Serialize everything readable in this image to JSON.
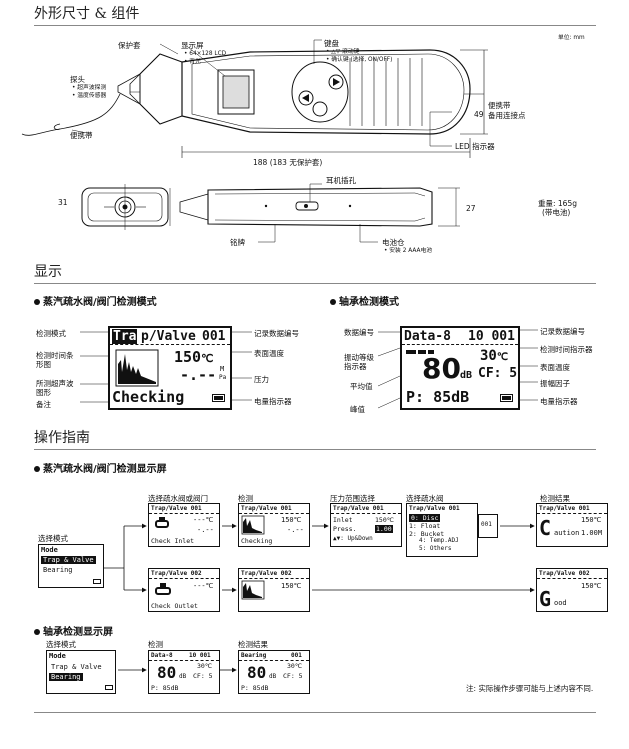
{
  "sections": {
    "dimensions": "外形尺寸 & 组件",
    "display": "显示",
    "operation": "操作指南"
  },
  "dim": {
    "unit": "单位: mm",
    "protective_cover": "保护套",
    "probe": "探头",
    "probe_items": [
      "• 超声波探测",
      "• 温度传感器"
    ],
    "strap": "便携带",
    "screen": "显示屏",
    "screen_items": [
      "• 64×128 LCD",
      "• 背光"
    ],
    "keypad": "键盘",
    "keypad_items": [
      "• △▽ 滚动键",
      "• 确认键 (选择, ON/OFF)"
    ],
    "strap_point": [
      "便携带",
      "备用连接点"
    ],
    "led": "LED 指示器",
    "length": "188 (183 无保护套)",
    "height": "49",
    "side_31": "31",
    "side_27": "27",
    "earphone": "耳机插孔",
    "nameplate": "铭牌",
    "battery": "电池仓",
    "battery_item": "• 安装 2 AAA电池",
    "weight": [
      "重量: 165g",
      "(带电池)"
    ]
  },
  "display": {
    "steam_title": "蒸汽疏水阀/阀门检测模式",
    "bearing_title": "轴承检测模式",
    "steam_labels_left": [
      "检测模式",
      "检测时间条",
      "形图",
      "所测超声波",
      "图形",
      "备注"
    ],
    "steam_labels_right": [
      "记录数据编号",
      "表面温度",
      "压力",
      "电量指示器"
    ],
    "steam_lcd": {
      "mode": "Trap/Valve",
      "num": "001",
      "temp": "150",
      "temp_unit": "℃",
      "press": "-.--",
      "press_unit_top": "M",
      "press_unit_bot": "Pa",
      "remark": "Checking"
    },
    "bearing_labels_left": [
      "数据编号",
      "振动等级",
      "指示器",
      "平均值",
      "峰值"
    ],
    "bearing_labels_right": [
      "记录数据编号",
      "检测时间指示器",
      "表面温度",
      "振幅因子",
      "电量指示器"
    ],
    "bearing_lcd": {
      "data": "Data-8",
      "num": "10 001",
      "temp": "30",
      "temp_unit": "℃",
      "avg": "80",
      "avg_unit": "dB",
      "cf": "CF: 5",
      "peak": "P: 85dB"
    }
  },
  "operation": {
    "steam_title": "蒸汽疏水阀/阀门检测显示屏",
    "bearing_title": "轴承检测显示屏",
    "step_select_valve": "选择疏水阀或阀门",
    "step_detect": "检测",
    "step_pressure": "压力范围选择",
    "step_select_trap": "选择疏水阀",
    "step_result": "检测结果",
    "step_select_mode": "选择模式",
    "mode_lcd": {
      "title": "Mode",
      "item1": "Trap & Valve",
      "item2": "Bearing"
    },
    "inlet_lcd": {
      "title": "Trap/Valve 001",
      "temp": "---℃",
      "press": "-.--",
      "foot": "Check Inlet"
    },
    "detect_lcd": {
      "title": "Trap/Valve 001",
      "temp": "150℃",
      "press": "-.--",
      "foot": "Checking"
    },
    "pressure_lcd": {
      "title": "Trap/Valve 001",
      "l1": "Inlet",
      "l1v": "150℃",
      "l2": "Press.",
      "l2v": "1.00",
      "l3": "▲▼: Up&Down"
    },
    "trap_lcd": {
      "title": "Trap/Valve 001",
      "items": [
        "0: Disc",
        "1: Float",
        "2: Bucket",
        "4: Temp.ADJ",
        "5: Others"
      ],
      "side": "001"
    },
    "result1_lcd": {
      "title": "Trap/Valve 001",
      "big": "C",
      "word": "aution",
      "temp": "150℃",
      "val": "1.00M"
    },
    "outlet_lcd": {
      "title": "Trap/Valve 002",
      "temp": "---℃",
      "foot": "Check Outlet"
    },
    "detect2_lcd": {
      "title": "Trap/Valve 002",
      "temp": "150℃"
    },
    "result2_lcd": {
      "title": "Trap/Valve 002",
      "big": "G",
      "word": "ood",
      "temp": "150℃"
    },
    "bearing_mode_lcd": {
      "title": "Mode",
      "item1": "Trap & Valve",
      "item2": "Bearing"
    },
    "bearing_detect_lcd": {
      "title": "Data-8",
      "num": "10 001",
      "temp": "30℃",
      "avg": "80",
      "unit": "dB",
      "cf": "CF: 5",
      "peak": "P: 85dB"
    },
    "bearing_result_lcd": {
      "title": "Bearing",
      "num": "001",
      "temp": "30℃",
      "avg": "80",
      "unit": "dB",
      "cf": "CF: 5",
      "peak": "P: 85dB"
    },
    "note": "注: 实际操作步骤可能与上述内容不同."
  },
  "colors": {
    "ink": "#111111",
    "rule": "#888888",
    "paper": "#ffffff"
  }
}
